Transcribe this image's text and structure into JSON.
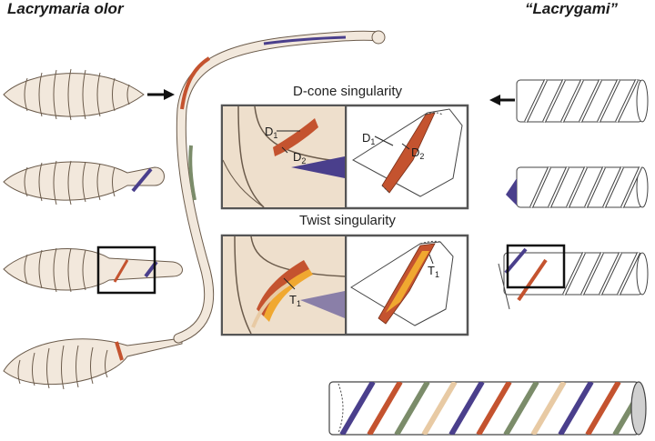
{
  "headers": {
    "left": "Lacrymaria olor",
    "right": "“Lacrygami”"
  },
  "panels": {
    "dcone_title": "D-cone singularity",
    "twist_title": "Twist singularity"
  },
  "labels": {
    "d1": "D",
    "d1_sub": "1",
    "d2": "D",
    "d2_sub": "2",
    "t1": "T",
    "t1_sub": "1"
  },
  "colors": {
    "body": "#f2e8dc",
    "outline": "#6b5b4b",
    "orange": "#c4532f",
    "purple": "#4a3f8c",
    "green": "#7b8c6a",
    "tan": "#e8caa4",
    "yellow": "#f0a830"
  }
}
